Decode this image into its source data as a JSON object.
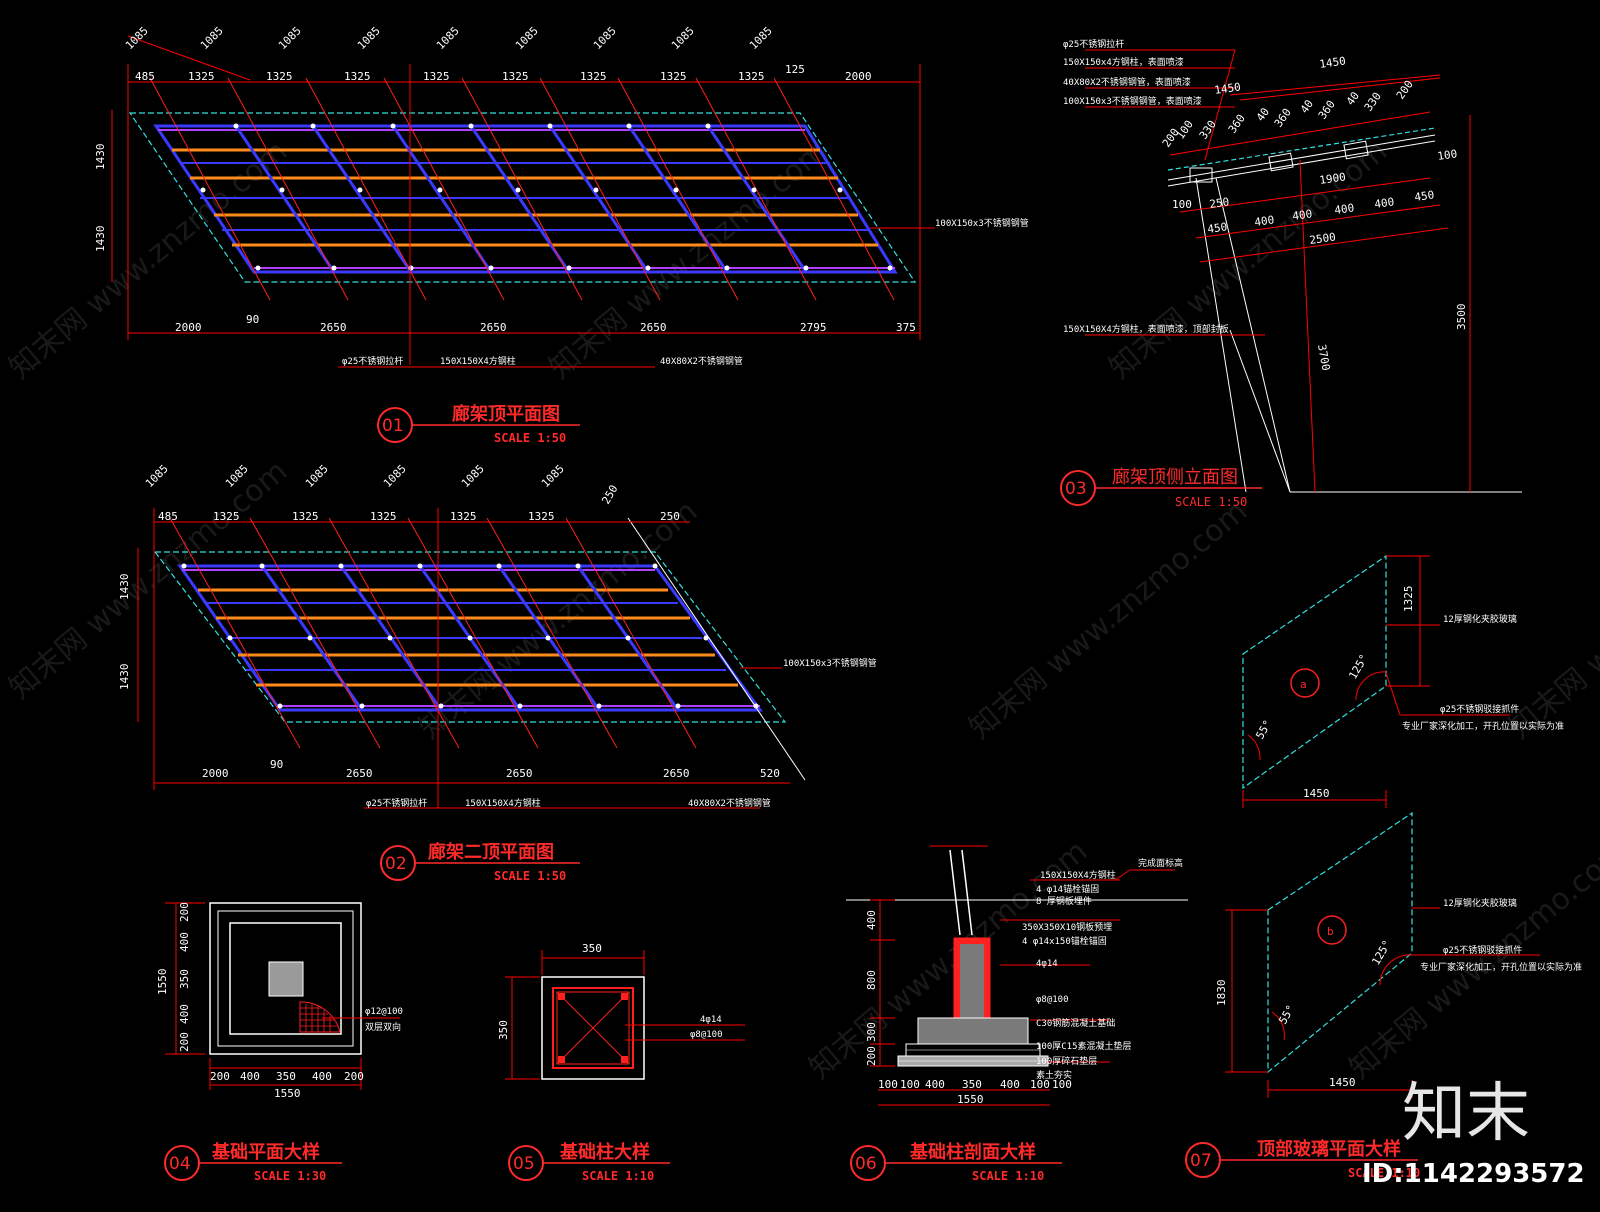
{
  "drawing": {
    "background": "#000000",
    "accent": "#ff2a2a",
    "line_colors": {
      "dimension": "#ff0000",
      "glass": "#33e0e0",
      "frame": "#3a3aff",
      "tube": "#ff8c1a",
      "beam": "#b040ff",
      "text": "#ffffff"
    }
  },
  "views": [
    {
      "badge": "01",
      "title": "廊架顶平面图",
      "scale": "SCALE 1:50"
    },
    {
      "badge": "02",
      "title": "廊架二顶平面图",
      "scale": "SCALE 1:50"
    },
    {
      "badge": "03",
      "title": "廊架顶侧立面图",
      "scale": "SCALE 1:50"
    },
    {
      "badge": "04",
      "title": "基础平面大样",
      "scale": "SCALE 1:30"
    },
    {
      "badge": "05",
      "title": "基础柱大样",
      "scale": "SCALE 1:10"
    },
    {
      "badge": "06",
      "title": "基础柱剖面大样",
      "scale": "SCALE 1:10"
    },
    {
      "badge": "07",
      "title": "顶部玻璃平面大样",
      "scale": "SCALE 1:10"
    }
  ],
  "plan1": {
    "top_diag": [
      "1085",
      "1085",
      "1085",
      "1085",
      "1085",
      "1085",
      "1085",
      "1085",
      "1085"
    ],
    "top_row": [
      "485",
      "1325",
      "1325",
      "1325",
      "1325",
      "1325",
      "1325",
      "1325",
      "1325",
      "125",
      "2000"
    ],
    "left": [
      "1430",
      "1430"
    ],
    "bottom": [
      "2000",
      "90",
      "2650",
      "2650",
      "2650",
      "2795",
      "375"
    ],
    "callout_right": "100X150x3不锈钢钢管",
    "callouts_bottom": [
      "φ25不锈钢拉杆",
      "150X150X4方钢柱",
      "40X80X2不锈钢钢管"
    ]
  },
  "plan2": {
    "top_diag": [
      "1085",
      "1085",
      "1085",
      "1085",
      "1085",
      "1085"
    ],
    "top_row": [
      "485",
      "1325",
      "1325",
      "1325",
      "1325",
      "1325",
      "250",
      "250"
    ],
    "left": [
      "1430",
      "1430"
    ],
    "bottom": [
      "2000",
      "90",
      "2650",
      "2650",
      "2650",
      "520"
    ],
    "callout_right": "100X150x3不锈钢钢管",
    "callouts_bottom": [
      "φ25不锈钢拉杆",
      "150X150X4方钢柱",
      "40X80X2不锈钢钢管"
    ]
  },
  "elevation": {
    "notes": [
      "φ25不锈钢拉杆",
      "150X150x4方钢柱，表面喷漆",
      "40X80X2不锈钢钢管，表面喷漆",
      "100X150x3不锈钢钢管，表面喷漆"
    ],
    "dims_top": [
      "1450",
      "1450"
    ],
    "dims_diag": [
      "200",
      "100",
      "330",
      "360",
      "40",
      "360",
      "40",
      "360",
      "40",
      "330",
      "200"
    ],
    "dims_mid": [
      "100",
      "250",
      "1900",
      "100"
    ],
    "dims_low": [
      "450",
      "400",
      "400",
      "400",
      "400",
      "450"
    ],
    "dims_total": "2500",
    "col_note": "150X150X4方钢柱，表面喷漆，顶部封板",
    "height_a": "3700",
    "height_b": "3500"
  },
  "glass": {
    "a": {
      "label": "a",
      "height": "1325",
      "width": "1450",
      "angle1": "125°",
      "angle2": "55°",
      "note1": "12厚钢化夹胶玻璃",
      "note2": "φ25不锈钢驳接抓件",
      "note3": "专业厂家深化加工，开孔位置以实际为准"
    },
    "b": {
      "label": "b",
      "height": "1830",
      "width": "1450",
      "angle1": "125°",
      "angle2": "55°",
      "note1": "12厚钢化夹胶玻璃",
      "note2": "φ25不锈钢驳接抓件",
      "note3": "专业厂家深化加工，开孔位置以实际为准"
    }
  },
  "footing_plan": {
    "left": [
      "200",
      "400",
      "350",
      "400",
      "200"
    ],
    "total_left": "1550",
    "bottom": [
      "200",
      "400",
      "350",
      "400",
      "200"
    ],
    "total_bottom": "1550",
    "note1": "φ12@100",
    "note2": "双层双向"
  },
  "column": {
    "width": "350",
    "height": "350",
    "note1": "4φ14",
    "note2": "φ8@100"
  },
  "section": {
    "notes": [
      "150X150X4方钢柱",
      "4 φ14锚栓锚固",
      "8 厚钢板埋件",
      "350X350X10钢板预埋",
      "4 φ14x150锚栓锚固",
      "4φ14",
      "φ8@100",
      "C30钢筋混凝土基础",
      "100厚C15素混凝土垫层",
      "100厚碎石垫层",
      "素土夯实"
    ],
    "ground_note": "完成面标高",
    "left": [
      "400",
      "800",
      "300",
      "200"
    ],
    "bottom": [
      "100",
      "100",
      "400",
      "350",
      "400",
      "100",
      "100"
    ],
    "total": "1550"
  },
  "watermark": "知末网 www.znzmo.com",
  "logo": "知末",
  "image_id": "ID:1142293572"
}
